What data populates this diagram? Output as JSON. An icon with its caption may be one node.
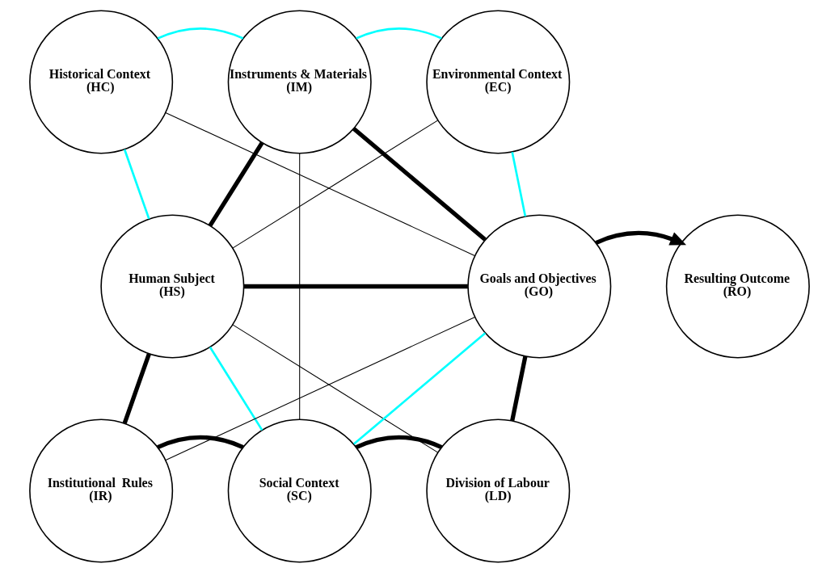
{
  "diagram": {
    "nodes": [
      {
        "text": [
          "Historical Context",
          "(HC)"
        ]
      },
      {
        "text": [
          "Instruments & Materials",
          "(IM)"
        ]
      },
      {
        "text": [
          "Environmental Context",
          "(EC)"
        ]
      },
      {
        "text": [
          "Human Subject",
          "(HS)"
        ]
      },
      {
        "text": [
          "Goals and Objectives",
          "(GO)"
        ]
      },
      {
        "text": [
          "Resulting Outcome",
          "(RO)"
        ]
      },
      {
        "text": [
          "Institutional  Rules",
          "(IR)"
        ]
      },
      {
        "text": [
          "Social Context",
          "(SC)"
        ]
      },
      {
        "text": [
          "Division of Labour",
          "(LD)"
        ]
      }
    ],
    "edges": [
      {
        "from": 0,
        "to": 1,
        "arrow": "none",
        "color": "#00ffff"
      },
      {
        "from": 1,
        "to": 2,
        "arrow": "none",
        "color": "#00ffff"
      },
      {
        "from": 0,
        "to": 3,
        "arrow": "none",
        "color": "#00ffff"
      },
      {
        "from": 0,
        "to": 4,
        "arrow": "none"
      },
      {
        "from": 2,
        "to": 4,
        "arrow": "none",
        "color": "#00ffff"
      },
      {
        "from": 2,
        "to": 3,
        "arrow": "none"
      },
      {
        "from": 1,
        "to": 3,
        "arrow": "none",
        "style": "thick"
      },
      {
        "from": 1,
        "to": 4,
        "arrow": "none",
        "style": "thick"
      },
      {
        "from": 1,
        "to": 7,
        "arrow": "none"
      },
      {
        "from": 3,
        "to": 4,
        "arrow": "none",
        "style": "thick"
      },
      {
        "from": 3,
        "to": 6,
        "arrow": "none",
        "style": "thick"
      },
      {
        "from": 3,
        "to": 7,
        "arrow": "none",
        "color": "#00ffff"
      },
      {
        "from": 3,
        "to": 8,
        "arrow": "none"
      },
      {
        "from": 4,
        "to": 6,
        "arrow": "none"
      },
      {
        "from": 4,
        "to": 7,
        "arrow": "none",
        "color": "#00ffff"
      },
      {
        "from": 4,
        "to": 8,
        "arrow": "none",
        "style": "thick"
      },
      {
        "from": 6,
        "to": 7,
        "arrow": "none",
        "style": "thick"
      },
      {
        "from": 7,
        "to": 8,
        "arrow": "none",
        "style": "thick"
      },
      {
        "from": 4,
        "to": 5,
        "arrow": "to",
        "style": "thick"
      }
    ]
  }
}
